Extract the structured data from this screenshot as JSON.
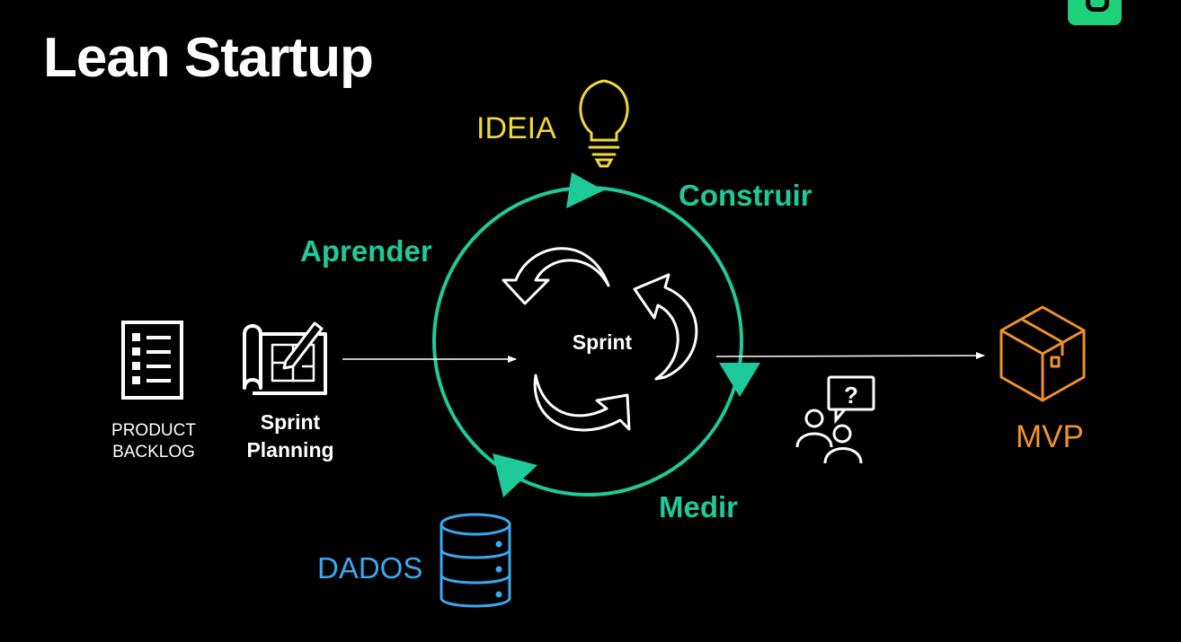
{
  "title": "Lean Startup",
  "cycle": {
    "ideia": "IDEIA",
    "construir": "Construir",
    "aprender": "Aprender",
    "medir": "Medir",
    "center": "Sprint"
  },
  "left": {
    "backlog": "PRODUCT\nBACKLOG",
    "planning": "Sprint\nPlanning"
  },
  "right": {
    "mvp": "MVP"
  },
  "bottom": {
    "dados": "DADOS"
  },
  "icons": {
    "ideia": "lightbulb-icon",
    "backlog": "checklist-icon",
    "planning": "blueprint-pencil-icon",
    "sprint": "circular-arrows-icon",
    "feedback": "users-question-icon",
    "mvp": "box-icon",
    "dados": "database-icon",
    "logo": "brand-logo-icon"
  },
  "colors": {
    "background": "#000000",
    "cycle": "#1ec99a",
    "ideia": "#f1d83a",
    "mvp": "#f0912a",
    "dados": "#3aa8f0",
    "logo": "#1fd07a"
  }
}
